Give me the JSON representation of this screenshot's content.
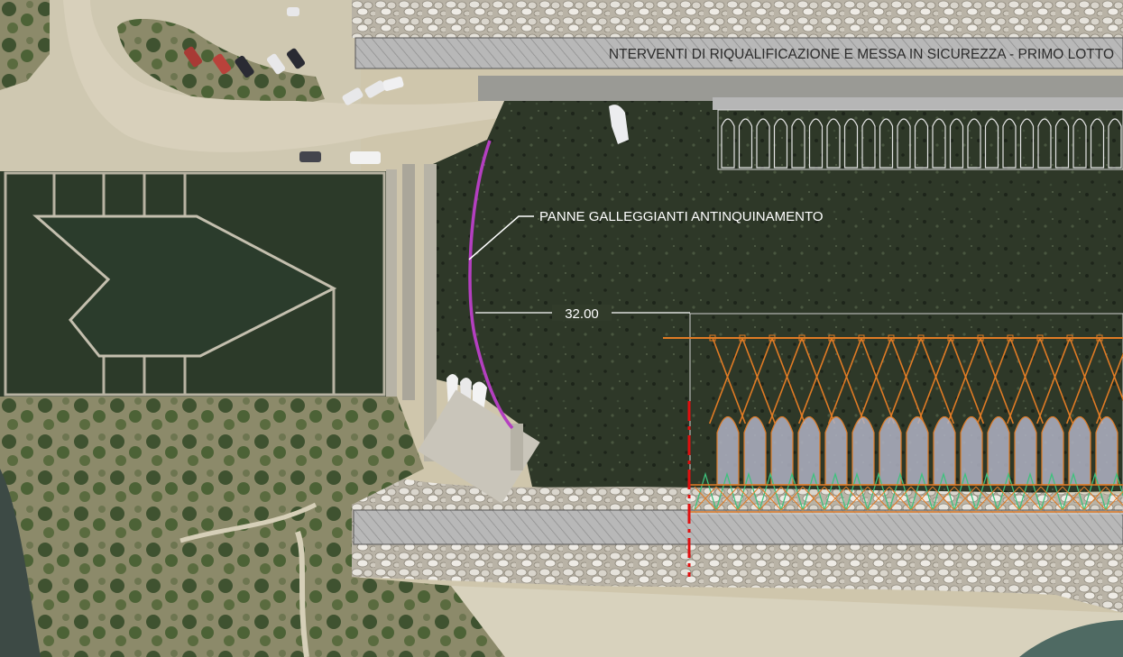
{
  "project_title": "NTERVENTI DI RIQUALIFICAZIONE E MESSA IN SICUREZZA - PRIMO LOTTO",
  "labels": {
    "floating_boom": "PANNE GALLEGGIANTI ANTINQUINAMENTO",
    "dimension": "32.00"
  },
  "colors": {
    "water": "#313b2a",
    "basin": "#2f3d2b",
    "sand": "#d9d2bd",
    "vegetation": "#4b5e36",
    "rock": "#cdc9bf",
    "quay": "#b6b6b6",
    "boom_line": "#b43fc0",
    "mooring_lines": "#e07b25",
    "chain_lines": "#3ec27c",
    "boat_fill": "#b0b3c4",
    "red_axis": "#e01010"
  }
}
